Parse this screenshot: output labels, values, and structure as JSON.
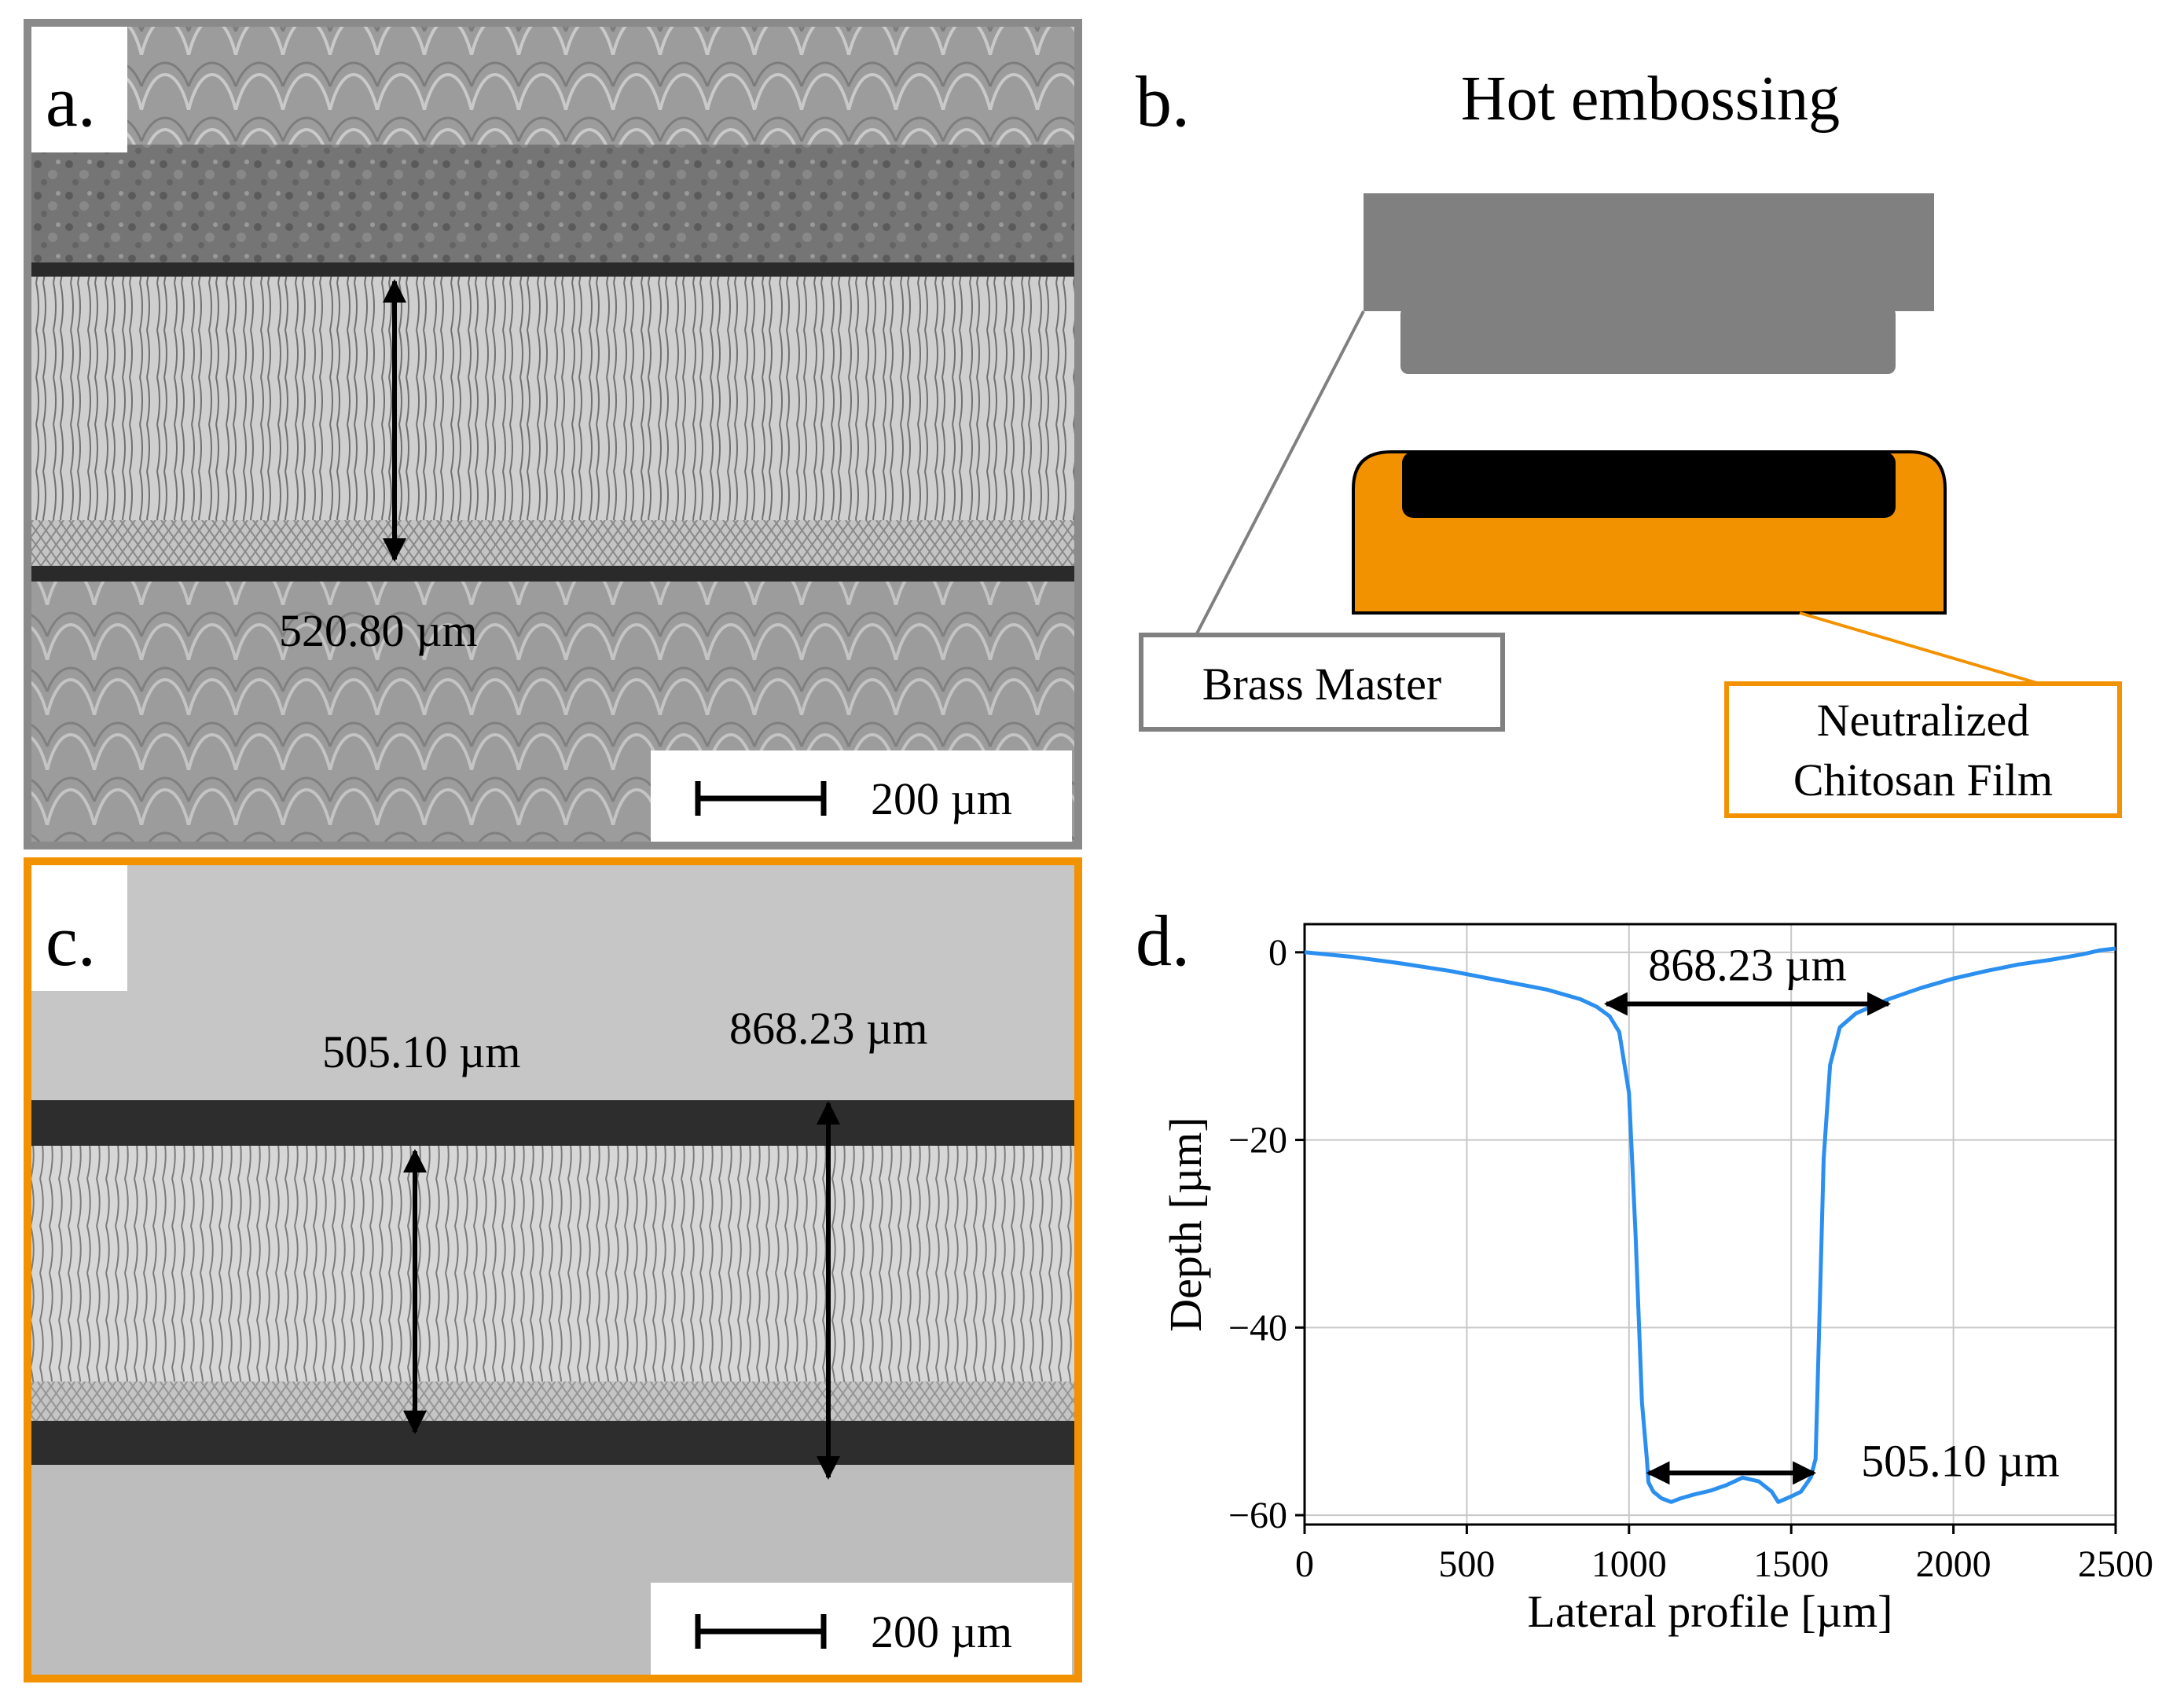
{
  "panels": {
    "a": {
      "letter": "a.",
      "measurement": "520.80 µm",
      "scalebar": "200 µm",
      "border_color": "#8a8a8a"
    },
    "b": {
      "letter": "b.",
      "title": "Hot embossing",
      "labels": {
        "brass": "Brass Master",
        "chitosan_line1": "Neutralized",
        "chitosan_line2": "Chitosan Film"
      },
      "colors": {
        "master": "#808080",
        "film": "#f39200",
        "cavity": "#000000"
      }
    },
    "c": {
      "letter": "c.",
      "measurement_inner": "505.10 µm",
      "measurement_outer": "868.23 µm",
      "scalebar": "200 µm",
      "border_color": "#f39200"
    },
    "d": {
      "letter": "d.",
      "width_top": "868.23 µm",
      "width_bottom": "505.10 µm"
    }
  },
  "chart_data": {
    "type": "line",
    "xlabel": "Lateral profile [µm]",
    "ylabel": "Depth [µm]",
    "xlim": [
      0,
      2500
    ],
    "ylim": [
      -61,
      3
    ],
    "xticks": [
      0,
      500,
      1000,
      1500,
      2000,
      2500
    ],
    "yticks": [
      0,
      -20,
      -40,
      -60
    ],
    "ytick_labels": [
      "0",
      "−20",
      "−40",
      "−60"
    ],
    "grid": true,
    "line_color": "#2b8ff0",
    "series": [
      {
        "x": [
          0,
          150,
          300,
          450,
          600,
          750,
          850,
          900,
          940,
          970,
          1000,
          1020,
          1040,
          1055,
          1060,
          1075,
          1100,
          1130,
          1160,
          1200,
          1250,
          1300,
          1350,
          1400,
          1440,
          1460,
          1480,
          1500,
          1530,
          1560,
          1575,
          1580,
          1590,
          1600,
          1620,
          1650,
          1700,
          1800,
          1900,
          2000,
          2100,
          2200,
          2300,
          2350,
          2400,
          2450,
          2500
        ],
        "y": [
          0,
          -0.5,
          -1.2,
          -2.0,
          -3.0,
          -4.0,
          -5.0,
          -5.8,
          -6.8,
          -8.5,
          -15,
          -30,
          -48,
          -54,
          -56.5,
          -57.5,
          -58.2,
          -58.6,
          -58.2,
          -57.8,
          -57.4,
          -56.8,
          -56.0,
          -56.4,
          -57.5,
          -58.6,
          -58.3,
          -58.0,
          -57.5,
          -56,
          -54,
          -48,
          -35,
          -22,
          -12,
          -8.0,
          -6.5,
          -5.0,
          -3.8,
          -2.8,
          -2.0,
          -1.3,
          -0.8,
          -0.5,
          -0.2,
          0.2,
          0.4
        ]
      }
    ],
    "annotations": [
      {
        "text": "868.23 µm",
        "x_from": 930,
        "x_to": 1800,
        "y": -5.5
      },
      {
        "text": "505.10 µm",
        "x_from": 1060,
        "x_to": 1570,
        "y": -55.5
      }
    ]
  }
}
